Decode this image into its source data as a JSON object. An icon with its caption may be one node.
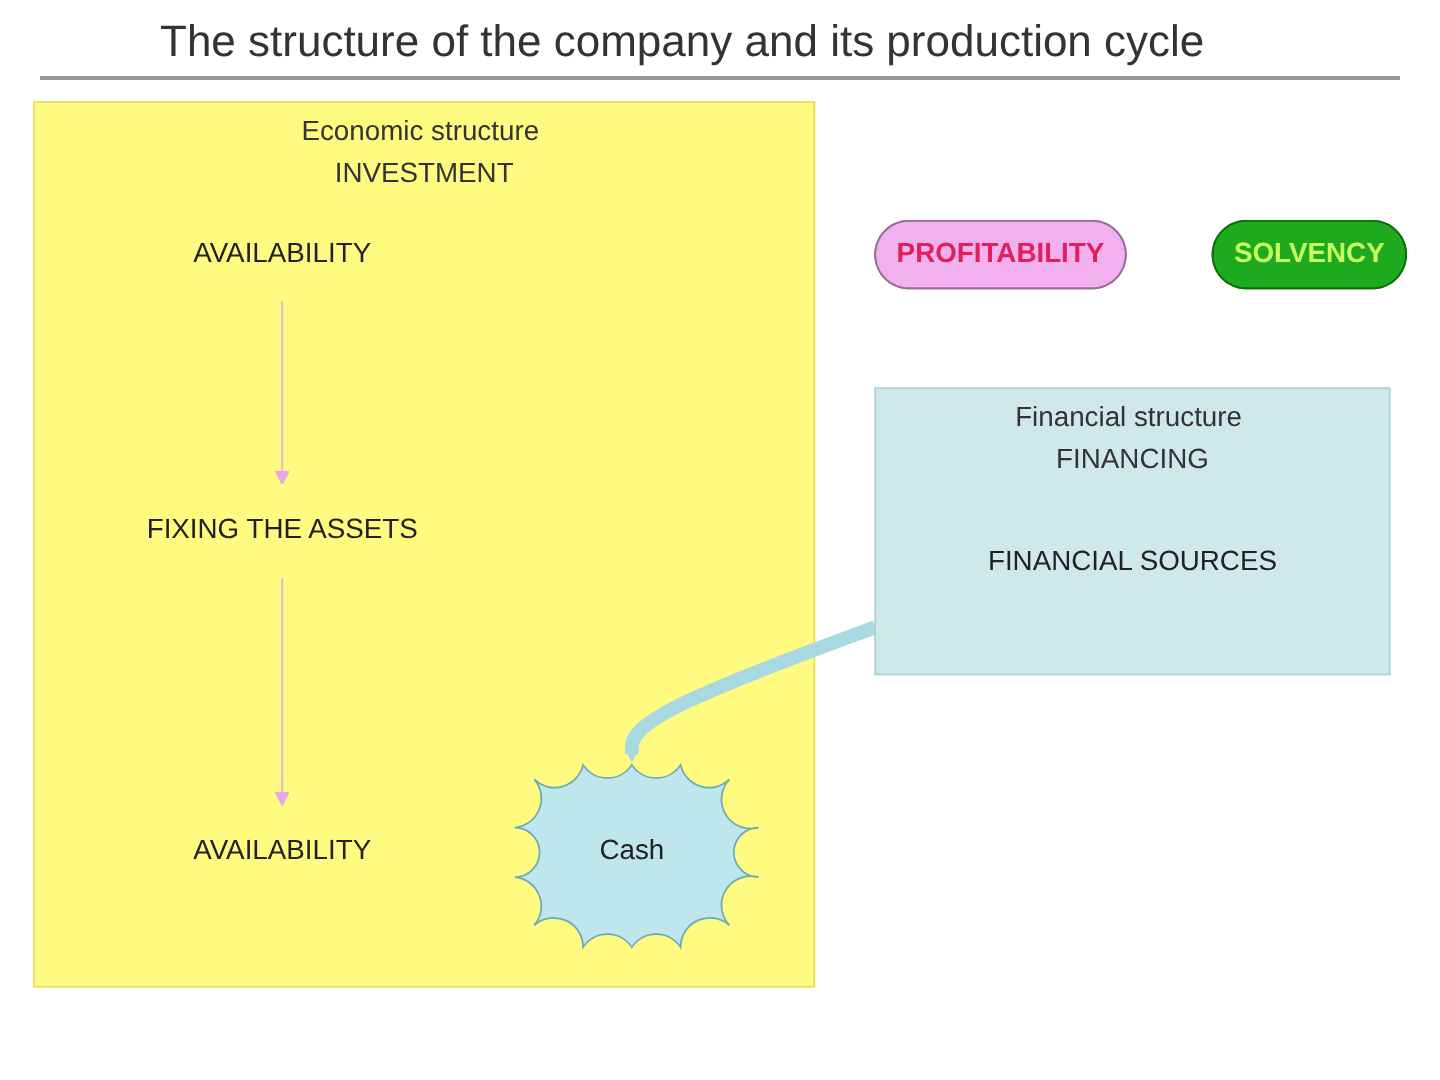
{
  "diagram": {
    "title": "The structure of the company and its production cycle",
    "nodes": [
      {
        "text": [
          "Economic structure INVESTMENT"
        ]
      },
      {
        "text": [
          "AVAILABILITY"
        ],
        "in": 0
      },
      {
        "text": [
          "FIXING THE ASSETS"
        ],
        "in": 0
      },
      {
        "text": [
          "AVAILABILITY"
        ],
        "in": 0
      },
      {
        "text": [
          "Cash"
        ],
        "in": 0
      },
      {
        "text": [
          "Financial structure FINANCING"
        ]
      },
      {
        "text": [
          "FINANCIAL SOURCES"
        ],
        "in": 5
      },
      {
        "text": [
          "PROFITABILITY"
        ]
      },
      {
        "text": [
          "SOLVENCY"
        ]
      }
    ],
    "edges": [
      {
        "from": 1,
        "to": 2,
        "arrow": "to",
        "color": "#e8a8e8"
      },
      {
        "from": 2,
        "to": 3,
        "arrow": "to",
        "color": "#e8a8e8"
      },
      {
        "from": 5,
        "to": 4,
        "arrow": "to",
        "style": "thick",
        "color": "#a8d8e0"
      }
    ]
  }
}
